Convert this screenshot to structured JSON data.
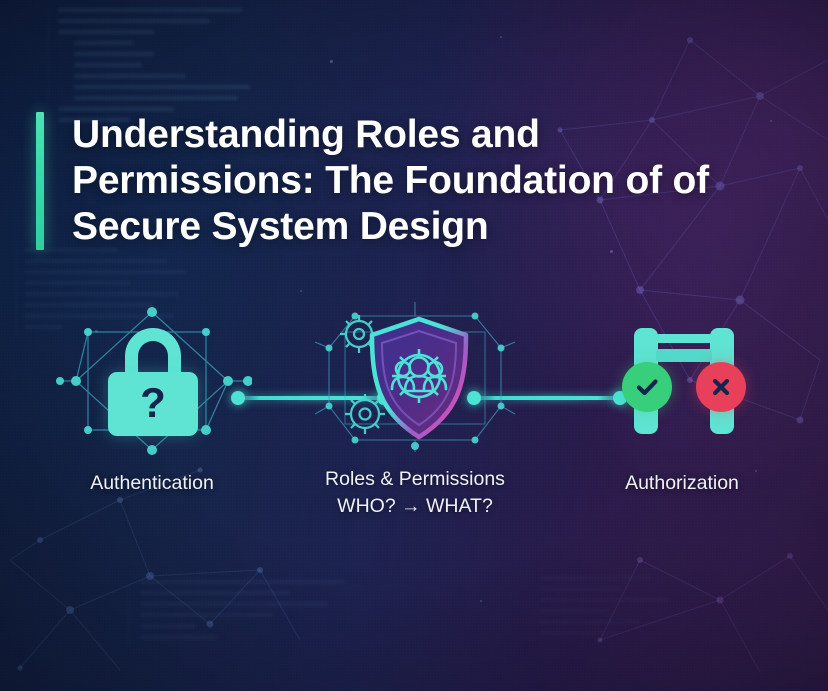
{
  "slide": {
    "title": "Understanding Roles and Permissions: The Foundation of of Secure System Design",
    "accent_color": "#3ee0ae",
    "background_left_color": "#13224a",
    "background_right_color": "#2e1b44",
    "title_color": "#ffffff",
    "label_color": "#eef1f6"
  },
  "flow": {
    "nodes": [
      {
        "id": "authentication",
        "label": "Authentication",
        "sublabel": "",
        "icon": "padlock-question-icon",
        "icon_color": "#5fe3d2",
        "glyph": "?"
      },
      {
        "id": "roles-permissions",
        "label": "Roles & Permissions",
        "sublabel": "WHO? → WHAT?",
        "icon": "shield-users-gear-icon",
        "icon_color": "#4ce2d6",
        "icon_fill_start": "#3b2f86",
        "icon_fill_end": "#6d2a79",
        "icon_edge_accent": "#d63ab0"
      },
      {
        "id": "authorization",
        "label": "Authorization",
        "sublabel": "",
        "icon": "gateway-allow-deny-icon",
        "icon_color": "#5fe3d2",
        "allow_badge": "check-icon",
        "allow_color": "#38cf7c",
        "deny_badge": "cross-icon",
        "deny_color": "#e8405a"
      }
    ],
    "connectors": [
      {
        "id": "auth-to-roles",
        "from": "authentication",
        "to": "roles-permissions",
        "color": "#4ce2d6"
      },
      {
        "id": "roles-to-authz",
        "from": "roles-permissions",
        "to": "authorization",
        "color": "#4ce2d6"
      }
    ]
  }
}
